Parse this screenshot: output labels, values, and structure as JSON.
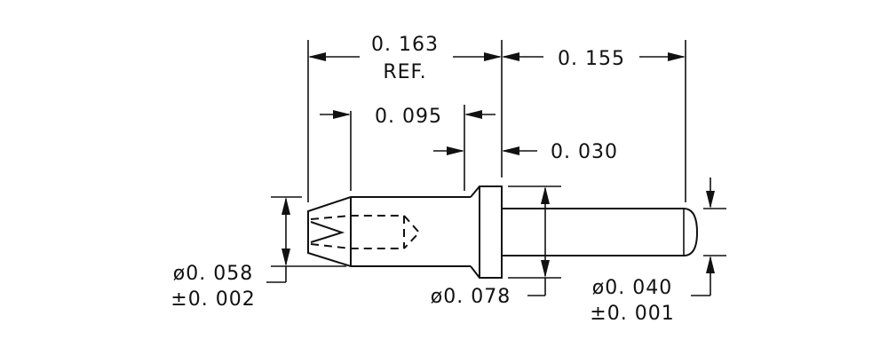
{
  "dimensions": {
    "overall_ref": {
      "value": "0. 163",
      "note": "REF."
    },
    "tail_length": {
      "value": "0. 155"
    },
    "socket_depth": {
      "value": "0. 095"
    },
    "collar_width": {
      "value": "0. 030"
    },
    "socket_diameter": {
      "value": "ø0. 058",
      "tolerance": "±0. 002"
    },
    "collar_diameter": {
      "value": "ø0. 078"
    },
    "tail_diameter": {
      "value": "ø0. 040",
      "tolerance": "±0. 001"
    }
  },
  "colors": {
    "ink": "#111111",
    "background": "#ffffff"
  }
}
